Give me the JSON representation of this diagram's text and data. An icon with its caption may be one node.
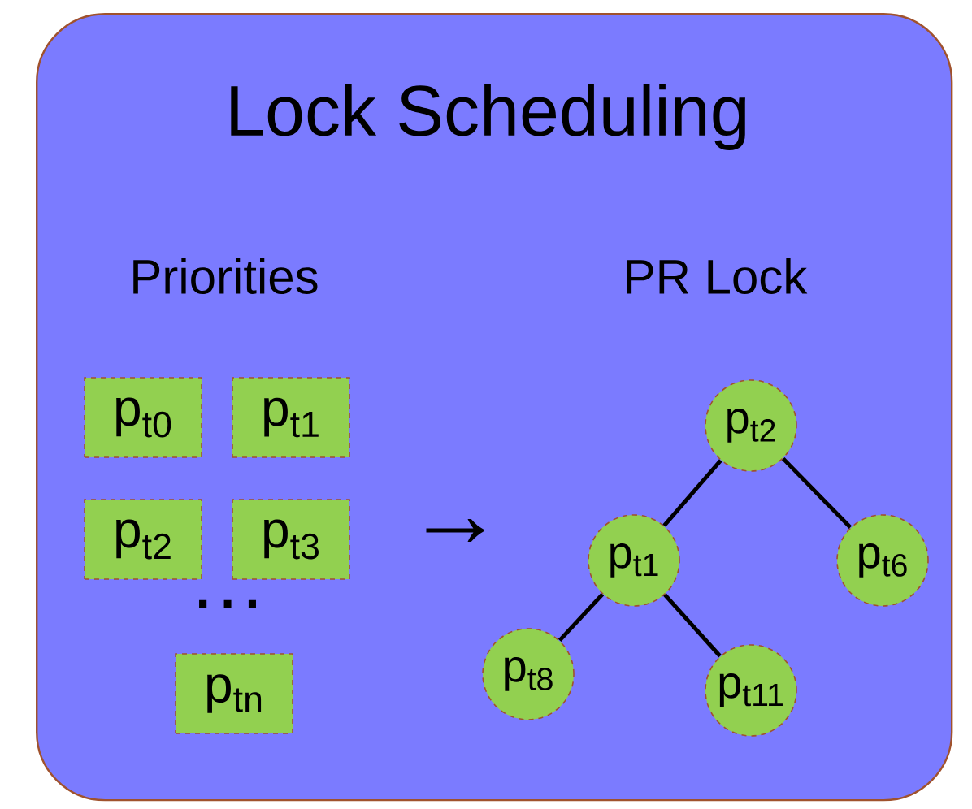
{
  "diagram": {
    "nodes": [
      {
        "text": [
          "Lock Scheduling"
        ]
      },
      {
        "text": [
          "p$_{t0}$"
        ],
        "in": 0
      },
      {
        "text": [
          "p$_{t1}$"
        ],
        "in": 0
      },
      {
        "text": [
          "p$_{t2}$"
        ],
        "in": 0
      },
      {
        "text": [
          "p$_{t3}$"
        ],
        "in": 0
      },
      {
        "text": [
          "p$_{tn}$"
        ],
        "in": 0
      },
      {
        "text": [
          "p$_{t2}$"
        ],
        "in": 0
      },
      {
        "text": [
          "p$_{t1}$"
        ],
        "in": 0
      },
      {
        "text": [
          "p$_{t6}$"
        ],
        "in": 0
      },
      {
        "text": [
          "p$_{t8}$"
        ],
        "in": 0
      },
      {
        "text": [
          "p$_{t11}$"
        ],
        "in": 0
      }
    ],
    "edges": [
      {
        "from": 6,
        "to": 7,
        "arrow": "none"
      },
      {
        "from": 6,
        "to": 8,
        "arrow": "none"
      },
      {
        "from": 7,
        "to": 9,
        "arrow": "none"
      },
      {
        "from": 7,
        "to": 10,
        "arrow": "none"
      }
    ],
    "labels": [
      "Priorities",
      "PR Lock",
      "…",
      "→"
    ]
  }
}
